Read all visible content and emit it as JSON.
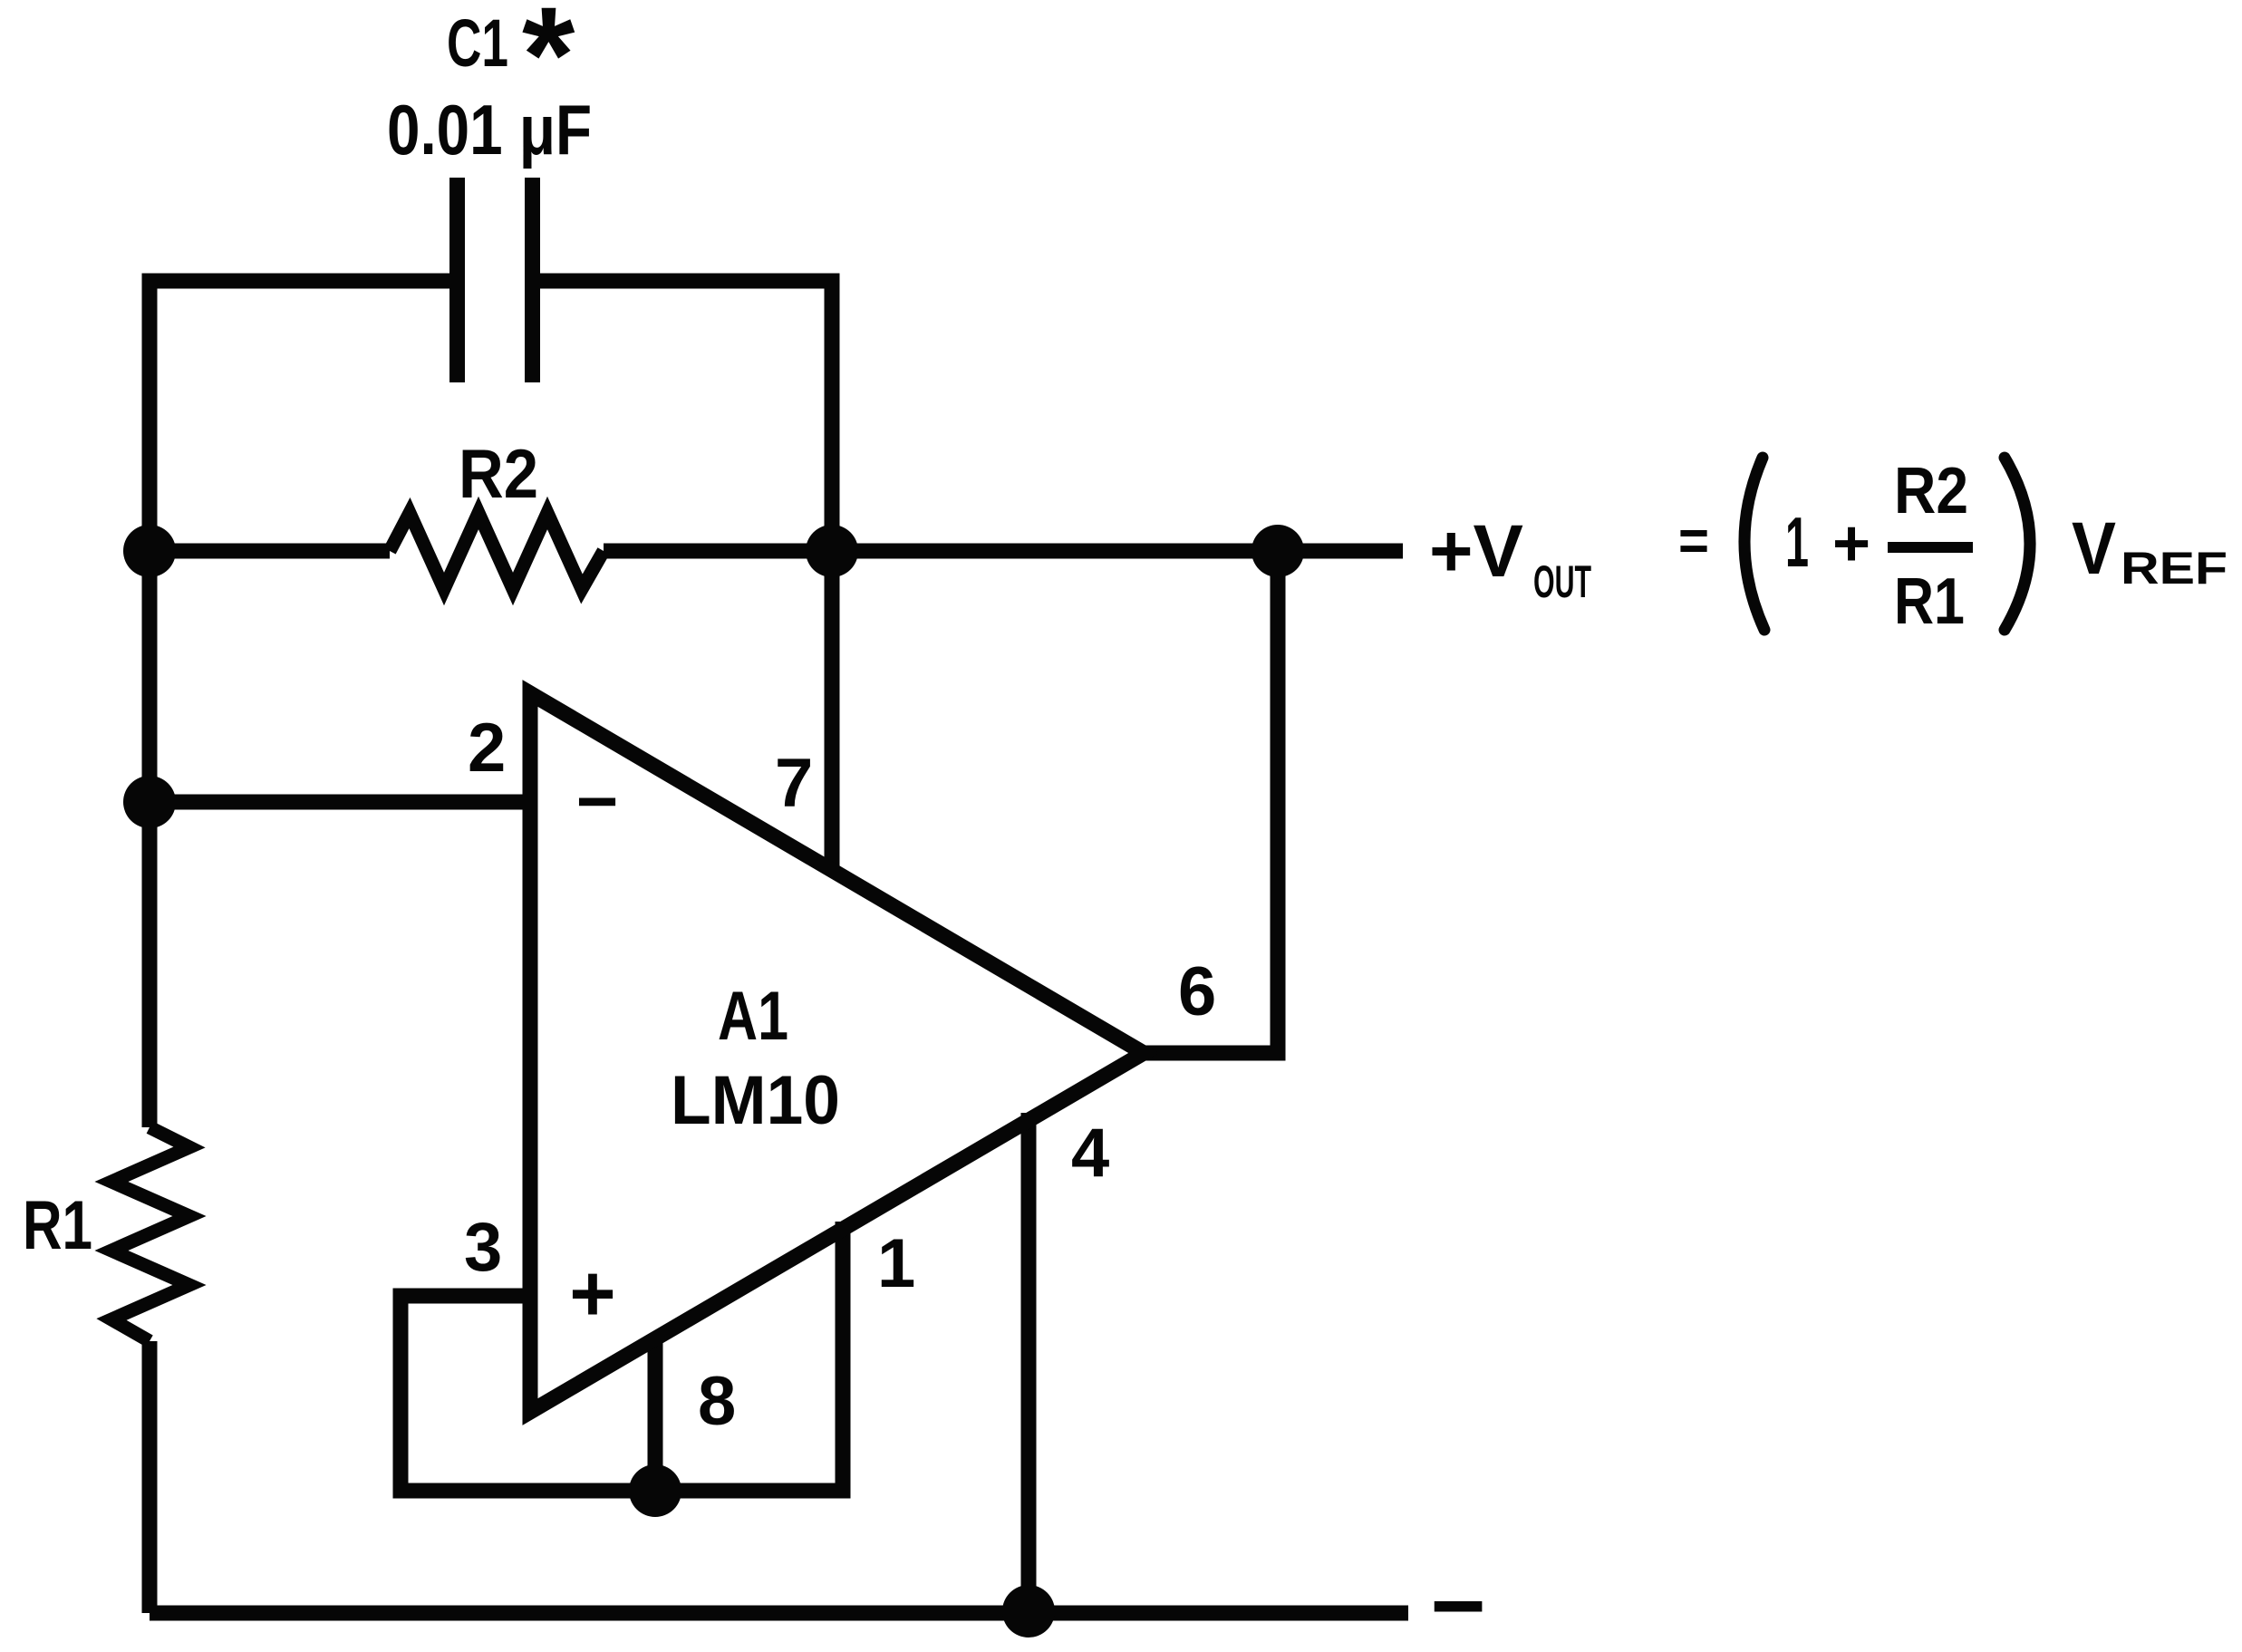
{
  "schematic": {
    "capacitor": {
      "ref": "C1",
      "asterisk": "*",
      "value": "0.01 μF"
    },
    "resistors": {
      "r1": "R1",
      "r2": "R2"
    },
    "opamp": {
      "designator": "A1",
      "part": "LM10",
      "inverting_sign": "−",
      "noninverting_sign": "+"
    },
    "pins": {
      "inverting": "2",
      "noninverting": "3",
      "v_plus": "7",
      "output": "6",
      "v_minus": "4",
      "balance": "1",
      "reference": "8"
    },
    "formula": {
      "lhs": "+V",
      "lhs_sub": "OUT",
      "equals": "=",
      "one": "1",
      "plus": "+",
      "numerator": "R2",
      "denominator": "R1",
      "v": "V",
      "v_sub": "REF"
    },
    "rails": {
      "negative": "−"
    },
    "ink_color": "#060606",
    "background_color": "#ffffff"
  }
}
